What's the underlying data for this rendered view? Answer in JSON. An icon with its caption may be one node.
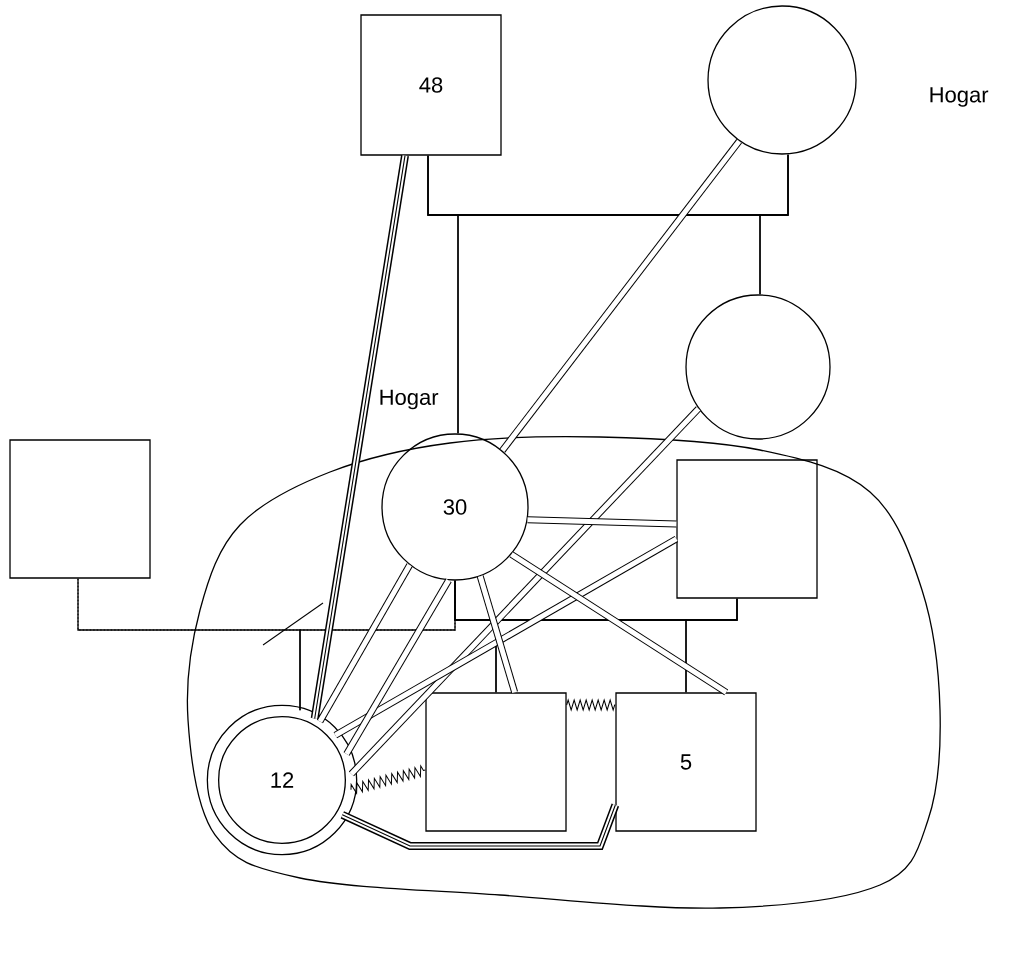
{
  "diagram": {
    "nodes": [
      {
        "text": [
          "Hogar"
        ]
      },
      {
        "text": [
          "48"
        ]
      },
      {
        "text": [],
        "shape": "circle"
      },
      {
        "text": [],
        "shape": "circle"
      },
      {
        "text": [],
        "shape": "box"
      },
      {
        "text": [
          "30"
        ],
        "in": 0
      },
      {
        "text": [],
        "shape": "box",
        "in": 0
      },
      {
        "text": [
          "12"
        ],
        "in": 0
      },
      {
        "text": [],
        "shape": "box",
        "in": 0
      },
      {
        "text": [
          "5"
        ],
        "in": 0
      }
    ],
    "edges": [
      {
        "from": 1,
        "to": 2,
        "arrow": "none"
      },
      {
        "from": 1,
        "to": 5,
        "arrow": "none"
      },
      {
        "from": 2,
        "to": 5,
        "arrow": "none"
      },
      {
        "from": 1,
        "to": 3,
        "arrow": "none"
      },
      {
        "from": 2,
        "to": 3,
        "arrow": "none"
      },
      {
        "from": 4,
        "to": 5,
        "arrow": "none",
        "style": "dashed"
      },
      {
        "from": 5,
        "to": 6,
        "arrow": "none"
      },
      {
        "from": 5,
        "to": 8,
        "arrow": "none"
      },
      {
        "from": 6,
        "to": 8,
        "arrow": "none"
      },
      {
        "from": 5,
        "to": 9,
        "arrow": "none"
      },
      {
        "from": 6,
        "to": 9,
        "arrow": "none"
      },
      {
        "from": 4,
        "to": 7,
        "arrow": "none"
      },
      {
        "from": 5,
        "to": 7,
        "arrow": "none"
      },
      {
        "from": 1,
        "to": 7,
        "arrow": "none",
        "style": "thick"
      },
      {
        "from": 2,
        "to": 5,
        "arrow": "none",
        "style": "thick"
      },
      {
        "from": 3,
        "to": 7,
        "arrow": "none",
        "style": "thick"
      },
      {
        "from": 6,
        "to": 7,
        "arrow": "none",
        "style": "thick"
      },
      {
        "from": 5,
        "to": 7,
        "arrow": "none",
        "style": "thick"
      },
      {
        "from": 5,
        "to": 7,
        "arrow": "none",
        "style": "thick"
      },
      {
        "from": 5,
        "to": 6,
        "arrow": "none",
        "style": "thick"
      },
      {
        "from": 5,
        "to": 9,
        "arrow": "none",
        "style": "thick"
      },
      {
        "from": 5,
        "to": 8,
        "arrow": "none",
        "style": "thick"
      },
      {
        "from": 7,
        "to": 9,
        "arrow": "none",
        "style": "thick"
      },
      {
        "from": 7,
        "to": 8,
        "arrow": "none"
      },
      {
        "from": 8,
        "to": 9,
        "arrow": "none"
      }
    ],
    "labels": [
      "Hogar"
    ]
  }
}
